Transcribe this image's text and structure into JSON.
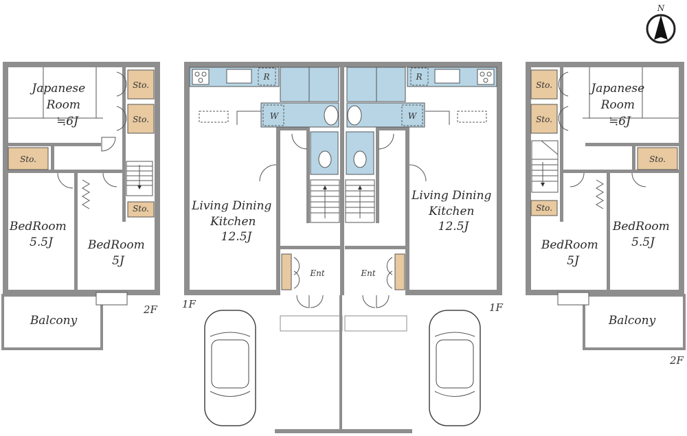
{
  "compass": {
    "north_label": "N"
  },
  "left_2f": {
    "japanese_room": [
      "Japanese",
      "Room",
      "≒6J"
    ],
    "sto": [
      "Sto.",
      "Sto.",
      "Sto.",
      "Sto."
    ],
    "bedroom_a": [
      "BedRoom",
      "5.5J"
    ],
    "bedroom_b": [
      "BedRoom",
      "5J"
    ],
    "balcony": "Balcony",
    "floor": "2F"
  },
  "left_1f": {
    "ldk": [
      "Living Dining",
      "Kitchen",
      "12.5J"
    ],
    "refrigerator": "R",
    "washer": "W",
    "entrance": "Ent",
    "floor": "1F"
  },
  "right_1f": {
    "ldk": [
      "Living Dining",
      "Kitchen",
      "12.5J"
    ],
    "refrigerator": "R",
    "washer": "W",
    "entrance": "Ent",
    "floor": "1F"
  },
  "right_2f": {
    "japanese_room": [
      "Japanese",
      "Room",
      "≒6J"
    ],
    "sto": [
      "Sto.",
      "Sto.",
      "Sto.",
      "Sto."
    ],
    "bedroom_a": [
      "BedRoom",
      "5.5J"
    ],
    "bedroom_b": [
      "BedRoom",
      "5J"
    ],
    "balcony": "Balcony",
    "floor": "2F"
  },
  "colors": {
    "wall": "#8e8e8e",
    "storage": "#e8c9a0",
    "wet_area": "#b7d5e5"
  }
}
